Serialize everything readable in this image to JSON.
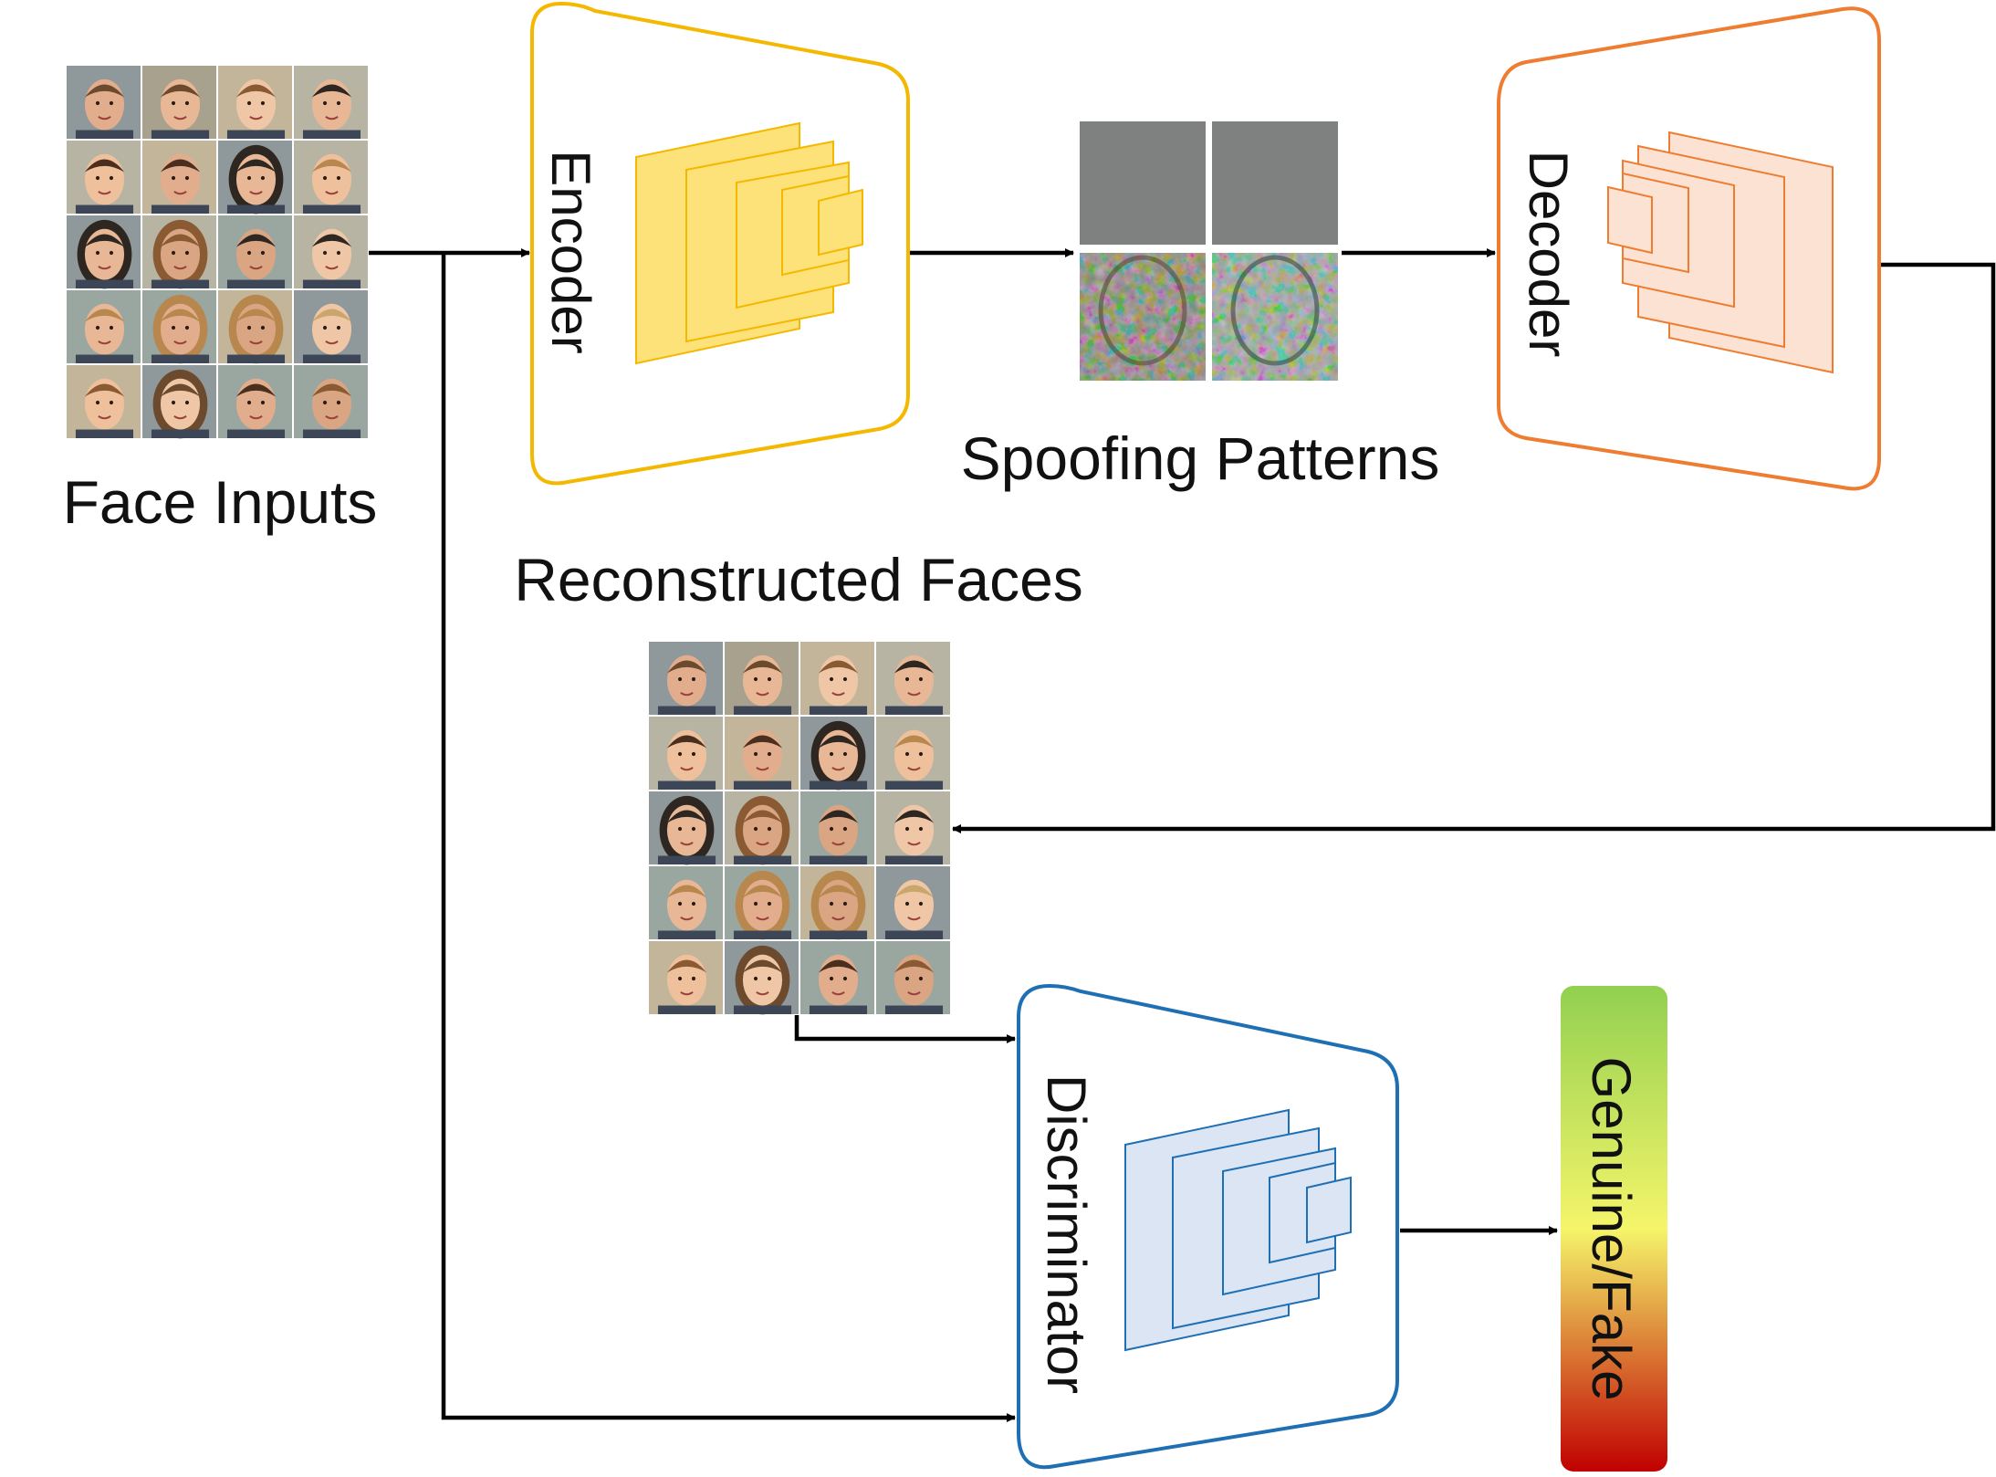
{
  "labels": {
    "face_inputs": "Face Inputs",
    "encoder": "Encoder",
    "spoofing_patterns": "Spoofing Patterns",
    "decoder": "Decoder",
    "reconstructed_faces": "Reconstructed Faces",
    "discriminator": "Discriminator",
    "output": "Genuine/Fake"
  },
  "colors": {
    "encoder_outline": "#f5b800",
    "encoder_fill": "#fde27a",
    "decoder_outline": "#ee7d31",
    "decoder_fill": "#fbe2d2",
    "discriminator_outline": "#1f6fb5",
    "discriminator_fill": "#dbe5f4",
    "arrow": "#000000",
    "gauge_top": "#92d050",
    "gauge_middle": "#f5f56a",
    "gauge_bottom": "#c00000"
  },
  "face_grid": {
    "rows": 5,
    "columns": 4
  },
  "pattern_grid": {
    "rows": 2,
    "columns": 2
  }
}
